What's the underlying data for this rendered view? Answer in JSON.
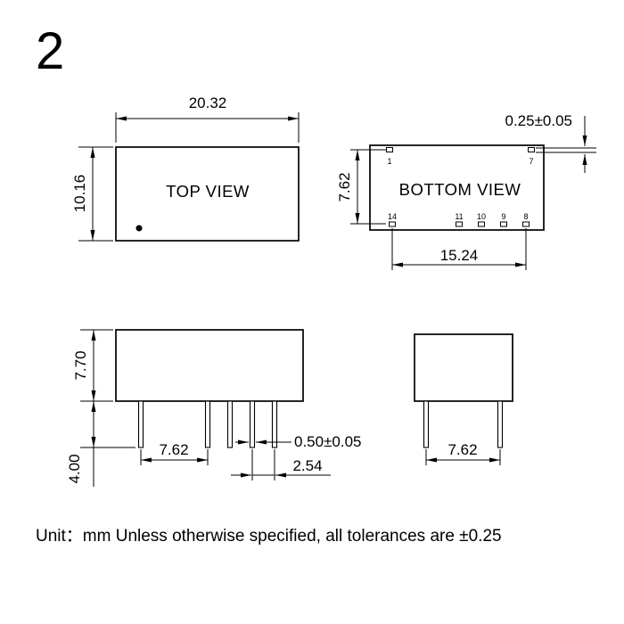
{
  "page": {
    "number": "2",
    "unit_note": "Unit：mm Unless otherwise specified, all tolerances are ±0.25"
  },
  "colors": {
    "ink": "#000000",
    "paper": "#ffffff"
  },
  "top_view": {
    "label": "TOP VIEW",
    "dim_width": "20.32",
    "dim_height": "10.16"
  },
  "bottom_view": {
    "label": "BOTTOM VIEW",
    "dim_pin_thickness": "0.25±0.05",
    "dim_row_span": "7.62",
    "dim_pin_row_width": "15.24",
    "pins_top": [
      "1",
      "7"
    ],
    "pins_bottom": [
      "14",
      "11",
      "10",
      "9",
      "8"
    ]
  },
  "front_view": {
    "dim_body_height": "7.70",
    "dim_pin_length": "4.00",
    "dim_pin_group_gap": "7.62",
    "dim_pin_width": "0.50±0.05",
    "dim_pin_pitch": "2.54"
  },
  "side_view": {
    "dim_pin_span": "7.62"
  }
}
